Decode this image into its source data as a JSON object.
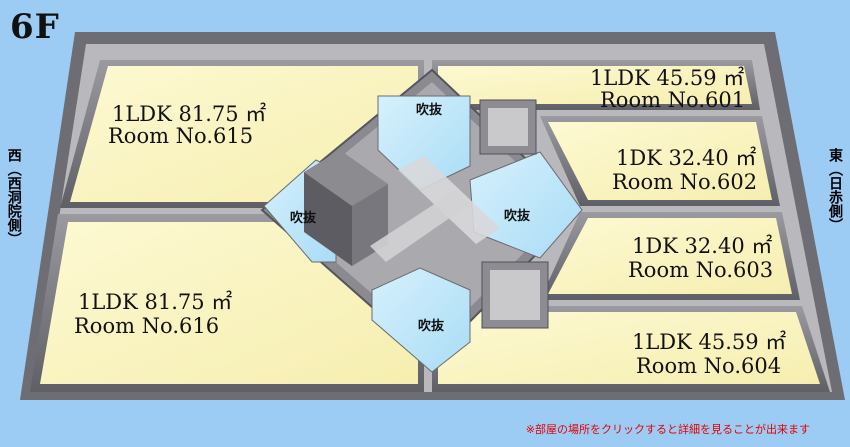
{
  "floor": "6F",
  "west": {
    "dir": "西",
    "sub": "（西洞院側）"
  },
  "east": {
    "dir": "東",
    "sub": "（日赤側）"
  },
  "rooms": [
    {
      "no": "Room No.615",
      "type": "1LDK 81.75 ㎡"
    },
    {
      "no": "Room No.616",
      "type": "1LDK 81.75 ㎡"
    },
    {
      "no": "Room No.601",
      "type": "1LDK 45.59 ㎡"
    },
    {
      "no": "Room No.602",
      "type": "1DK 32.40 ㎡"
    },
    {
      "no": "Room No.603",
      "type": "1DK 32.40 ㎡"
    },
    {
      "no": "Room No.604",
      "type": "1LDK 45.59 ㎡"
    }
  ],
  "fukinuke_label": "吹抜",
  "note": "※部屋の場所をクリックすると詳細を見ることが出来ます",
  "colors": {
    "background": "#9ccbf4",
    "room_floor": "#fbf6c4",
    "void": "#bfe6fa",
    "wall": "#7d7d82",
    "note": "#e60000"
  }
}
